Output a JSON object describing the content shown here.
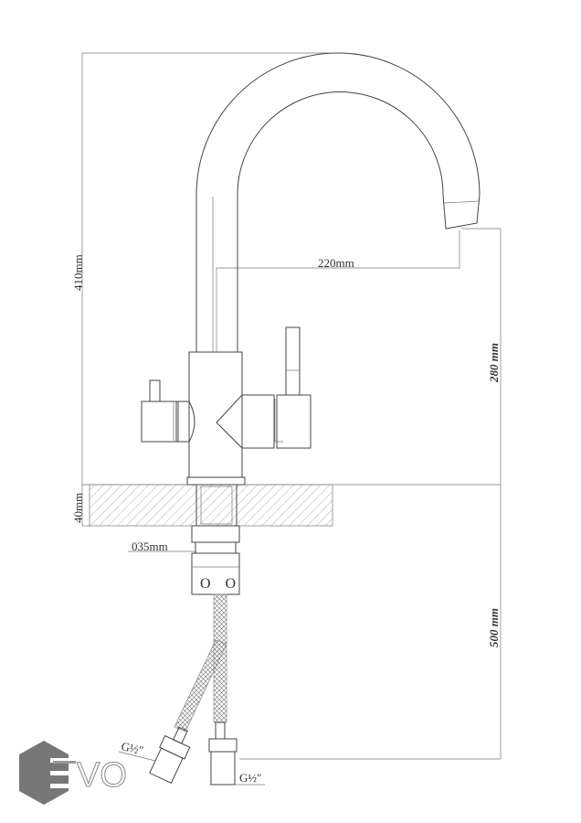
{
  "dimensions": {
    "total_height": "410mm",
    "spout_reach": "220mm",
    "spout_height": "280 mm",
    "counter_thickness": "40mm",
    "shank_diameter": "035mm",
    "hose_length": "500 mm",
    "thread_left": "G½″",
    "thread_right": "G½″"
  },
  "connector_marks": "O O",
  "logo": {
    "text": "EVO",
    "color": "#777777"
  }
}
